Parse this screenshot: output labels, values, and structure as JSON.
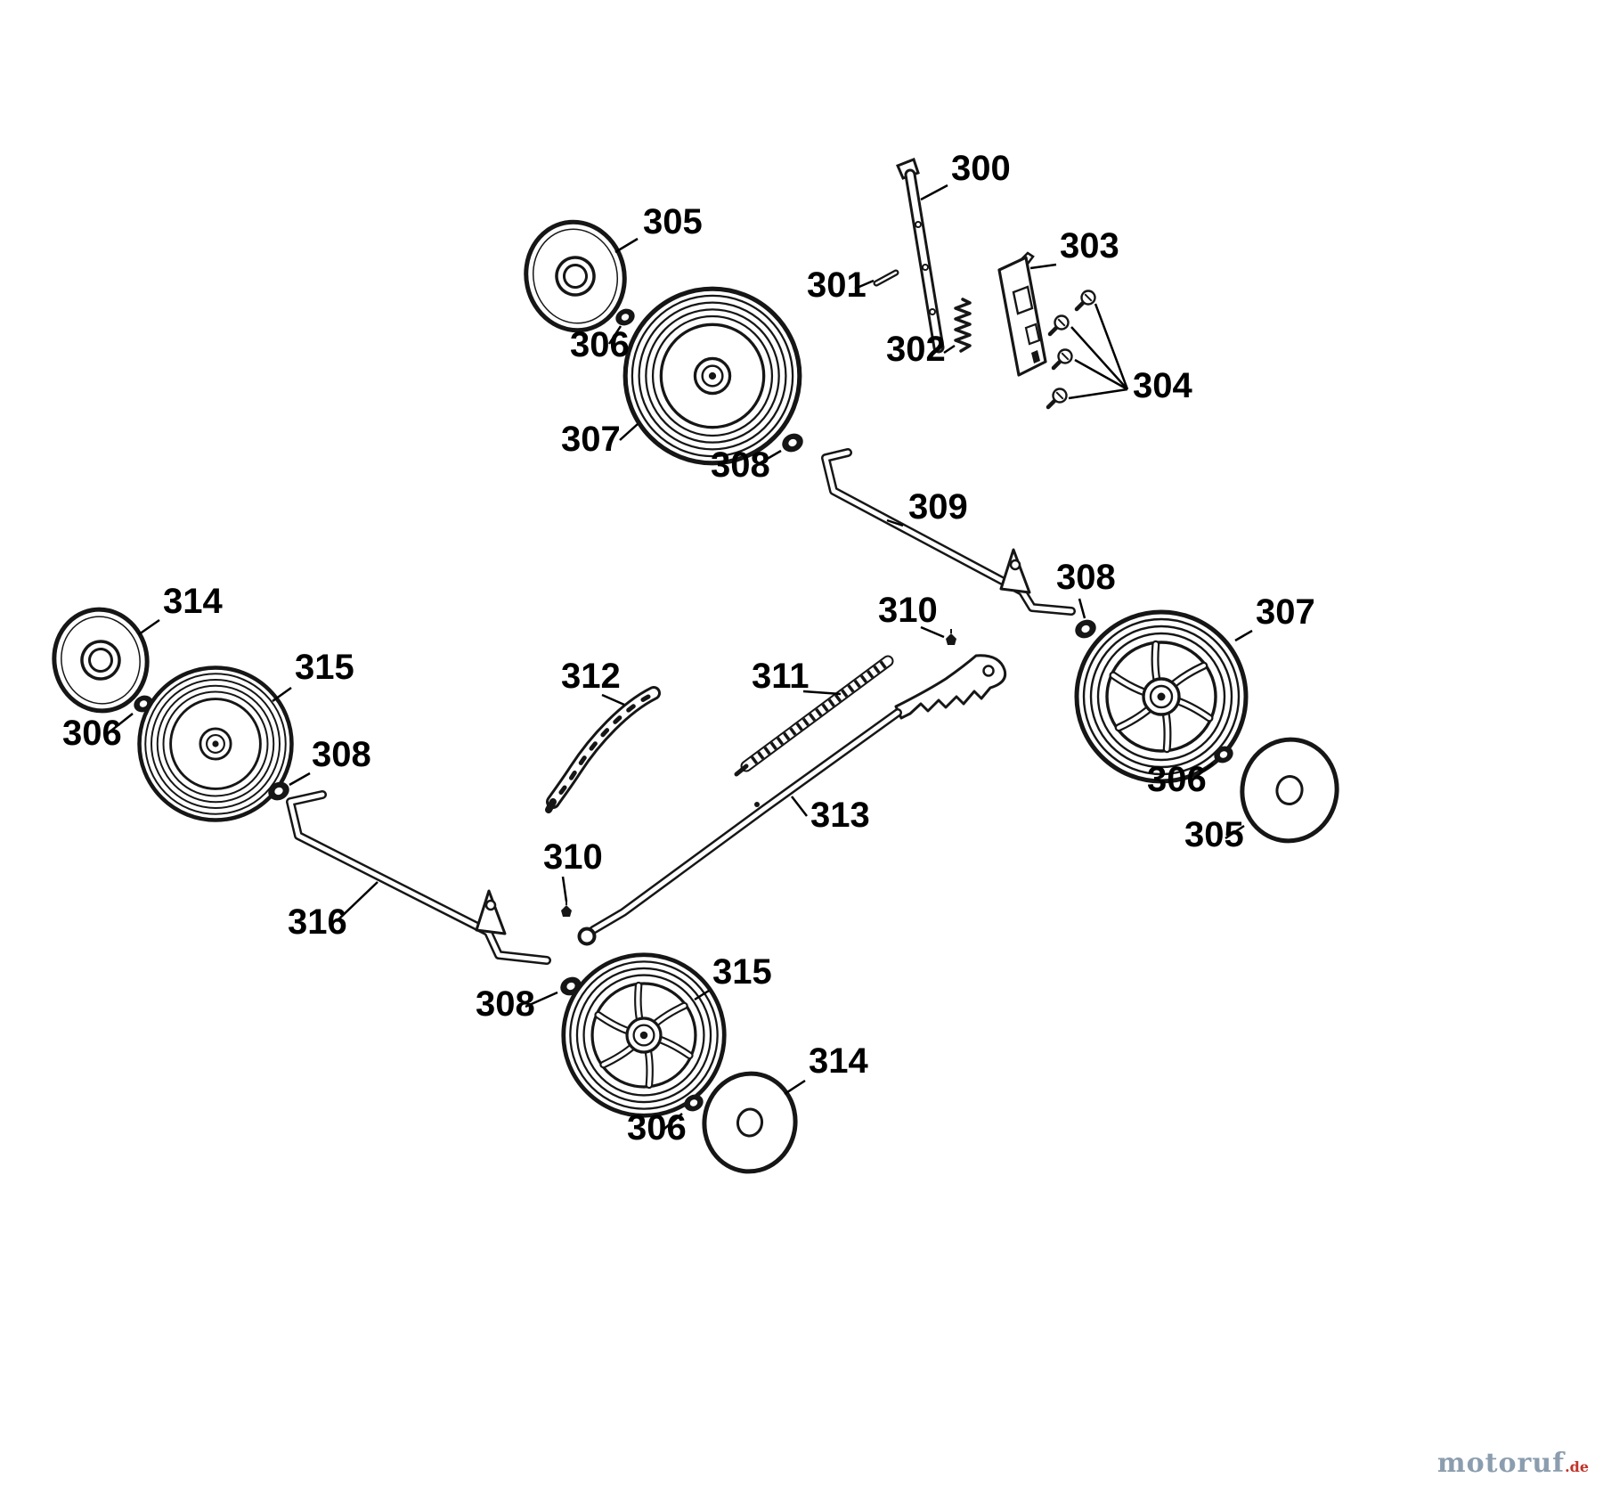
{
  "colors": {
    "line": "#161616",
    "background": "#ffffff",
    "label": "#000000",
    "watermark_brand": "#8b9dae",
    "watermark_tld": "#c23127"
  },
  "watermark": {
    "brand": "motoruf",
    "domain": ".de"
  },
  "callouts": [
    {
      "id": "hub-cap-front-left",
      "part": "305"
    },
    {
      "id": "nut-front-left",
      "part": "306"
    },
    {
      "id": "wheel-front-left",
      "part": "307"
    },
    {
      "id": "handle-bracket",
      "part": "300"
    },
    {
      "id": "pin",
      "part": "301"
    },
    {
      "id": "spring",
      "part": "302"
    },
    {
      "id": "mounting-plate",
      "part": "303"
    },
    {
      "id": "screw-set",
      "part": "304"
    },
    {
      "id": "washer-front",
      "part": "308"
    },
    {
      "id": "front-axle",
      "part": "309"
    },
    {
      "id": "washer-front-right",
      "part": "308"
    },
    {
      "id": "clip-front",
      "part": "310"
    },
    {
      "id": "wheel-front-right",
      "part": "307"
    },
    {
      "id": "nut-front-right",
      "part": "306"
    },
    {
      "id": "hub-cap-front-right",
      "part": "305"
    },
    {
      "id": "hub-cap-rear-left",
      "part": "314"
    },
    {
      "id": "nut-rear-left",
      "part": "306"
    },
    {
      "id": "wheel-rear-left",
      "part": "315"
    },
    {
      "id": "washer-rear-left",
      "part": "308"
    },
    {
      "id": "adjuster-rack",
      "part": "312"
    },
    {
      "id": "threaded-rod",
      "part": "311"
    },
    {
      "id": "adjuster-lever",
      "part": "313"
    },
    {
      "id": "rear-axle",
      "part": "316"
    },
    {
      "id": "clip-rear",
      "part": "310"
    },
    {
      "id": "washer-rear",
      "part": "308"
    },
    {
      "id": "wheel-rear-right",
      "part": "315"
    },
    {
      "id": "nut-rear-right",
      "part": "306"
    },
    {
      "id": "hub-cap-rear-right",
      "part": "314"
    }
  ]
}
